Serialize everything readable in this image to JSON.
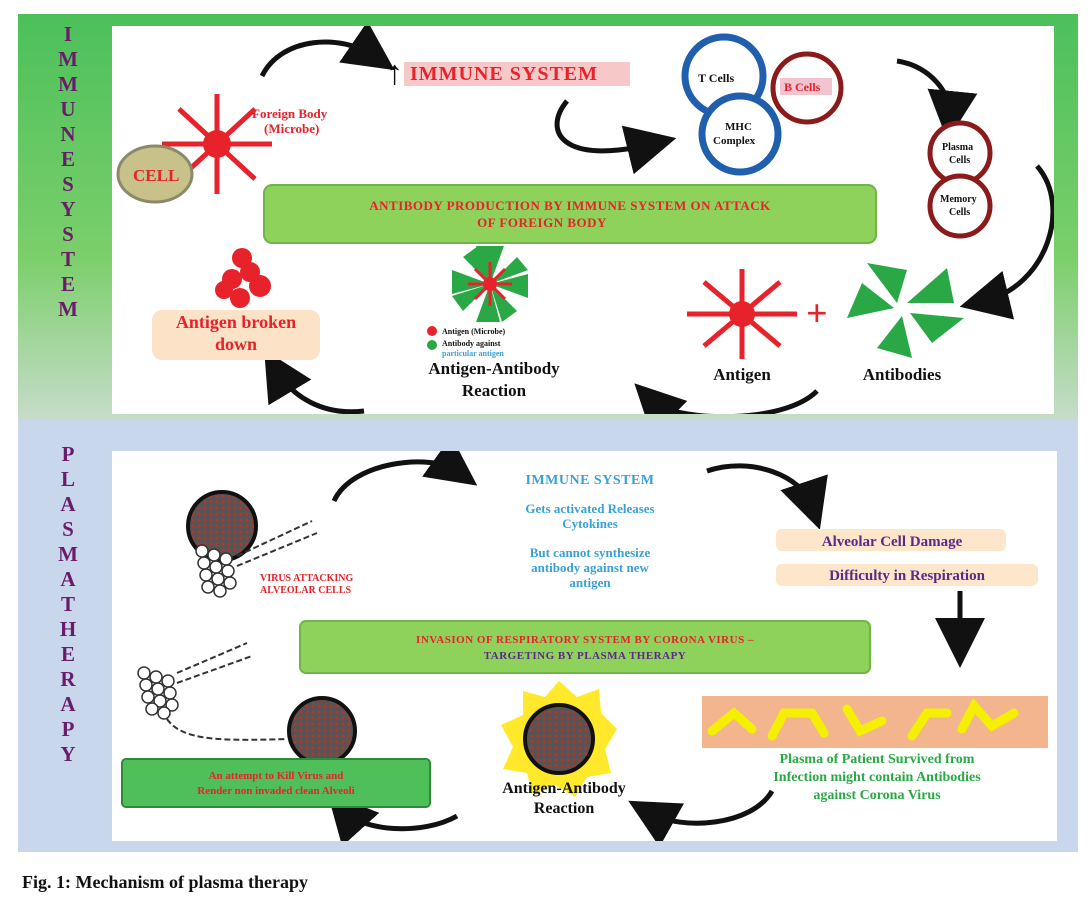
{
  "top_side_letters": [
    "I",
    "M",
    "M",
    "U",
    "N",
    "E",
    "S",
    "Y",
    "S",
    "T",
    "E",
    "M"
  ],
  "bottom_side_letters": [
    "P",
    "L",
    "A",
    "S",
    "M",
    "A",
    "T",
    "H",
    "E",
    "R",
    "A",
    "P",
    "Y"
  ],
  "immune": {
    "arrow_glyph": "↑",
    "title": "IMMUNE SYSTEM",
    "foreign_body_line1": "Foreign Body",
    "foreign_body_line2": "(Microbe)",
    "cell": "CELL",
    "t_cells": "T Cells",
    "b_cells": "B Cells",
    "mhc_line1": "MHC",
    "mhc_line2": "Complex",
    "plasma_line1": "Plasma",
    "plasma_line2": "Cells",
    "memory_line1": "Memory",
    "memory_line2": "Cells",
    "banner_line1": "ANTIBODY PRODUCTION BY IMMUNE SYSTEM ON ATTACK",
    "banner_line2": "OF FOREIGN BODY",
    "broken_line1": "Antigen broken",
    "broken_line2": "down",
    "legend_antigen": "Antigen (Microbe)",
    "legend_antibody_line1": "Antibody against",
    "legend_antibody_line2": "particular antigen",
    "reaction_line1": "Antigen-Antibody",
    "reaction_line2": "Reaction",
    "antigen": "Antigen",
    "antibodies": "Antibodies"
  },
  "plasma": {
    "title": "IMMUNE SYSTEM",
    "activated_line1": "Gets activated Releases",
    "activated_line2": "Cytokines",
    "cannot_line1": "But cannot synthesize",
    "cannot_line2": "antibody against new",
    "cannot_line3": "antigen",
    "virus_line1": "VIRUS ATTACKING",
    "virus_line2": "ALVEOLAR CELLS",
    "damage": "Alveolar Cell Damage",
    "difficulty": "Difficulty in Respiration",
    "banner_line1": "INVASION OF RESPIRATORY SYSTEM BY CORONA VIRUS –",
    "banner_line2": "TARGETING BY PLASMA THERAPY",
    "scroll_line1": "An attempt to Kill Virus and",
    "scroll_line2": "Render non invaded clean Alveoli",
    "reaction_line1": "Antigen-Antibody",
    "reaction_line2": "Reaction",
    "survived_line1": "Plasma of Patient Survived from",
    "survived_line2": "Infection might contain Antibodies",
    "survived_line3": "against Corona Virus"
  },
  "caption": "Fig. 1: Mechanism of plasma therapy",
  "colors": {
    "green_band": "#4cc05a",
    "blue_band": "#c9d7ec",
    "red": "#e8222a",
    "dark_red": "#8b1a1a",
    "green_antibody": "#2aa845",
    "blue_text": "#3aa0d8",
    "purple_text": "#5a2a8a",
    "banner_green": "#8ed15b"
  }
}
